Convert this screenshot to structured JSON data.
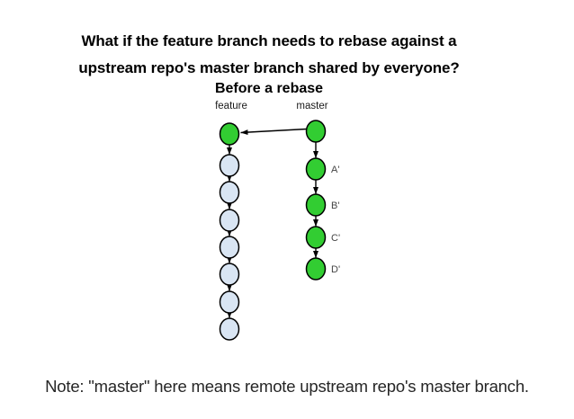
{
  "slide": {
    "title_line1": "What if the feature branch needs to rebase against a",
    "title_line2": "upstream repo's master branch shared by everyone?",
    "note": "Note: \"master\" here means remote upstream repo's master branch."
  },
  "diagram": {
    "subtitle": "Before a rebase",
    "colors": {
      "commit_green": "#32cd32",
      "commit_blue": "#d9e5f3",
      "stroke": "#000000"
    },
    "branches": [
      {
        "name": "feature",
        "commits": [
          {
            "color": "green",
            "label": ""
          },
          {
            "color": "blue",
            "label": ""
          },
          {
            "color": "blue",
            "label": ""
          },
          {
            "color": "blue",
            "label": ""
          },
          {
            "color": "blue",
            "label": ""
          },
          {
            "color": "blue",
            "label": ""
          },
          {
            "color": "blue",
            "label": ""
          },
          {
            "color": "blue",
            "label": ""
          }
        ]
      },
      {
        "name": "master",
        "commits": [
          {
            "color": "green",
            "label": ""
          },
          {
            "color": "green",
            "label": "A'"
          },
          {
            "color": "green",
            "label": "B'"
          },
          {
            "color": "green",
            "label": "C'"
          },
          {
            "color": "green",
            "label": "D'"
          }
        ]
      }
    ],
    "cross_arrow": {
      "from": "master",
      "to": "feature"
    }
  }
}
